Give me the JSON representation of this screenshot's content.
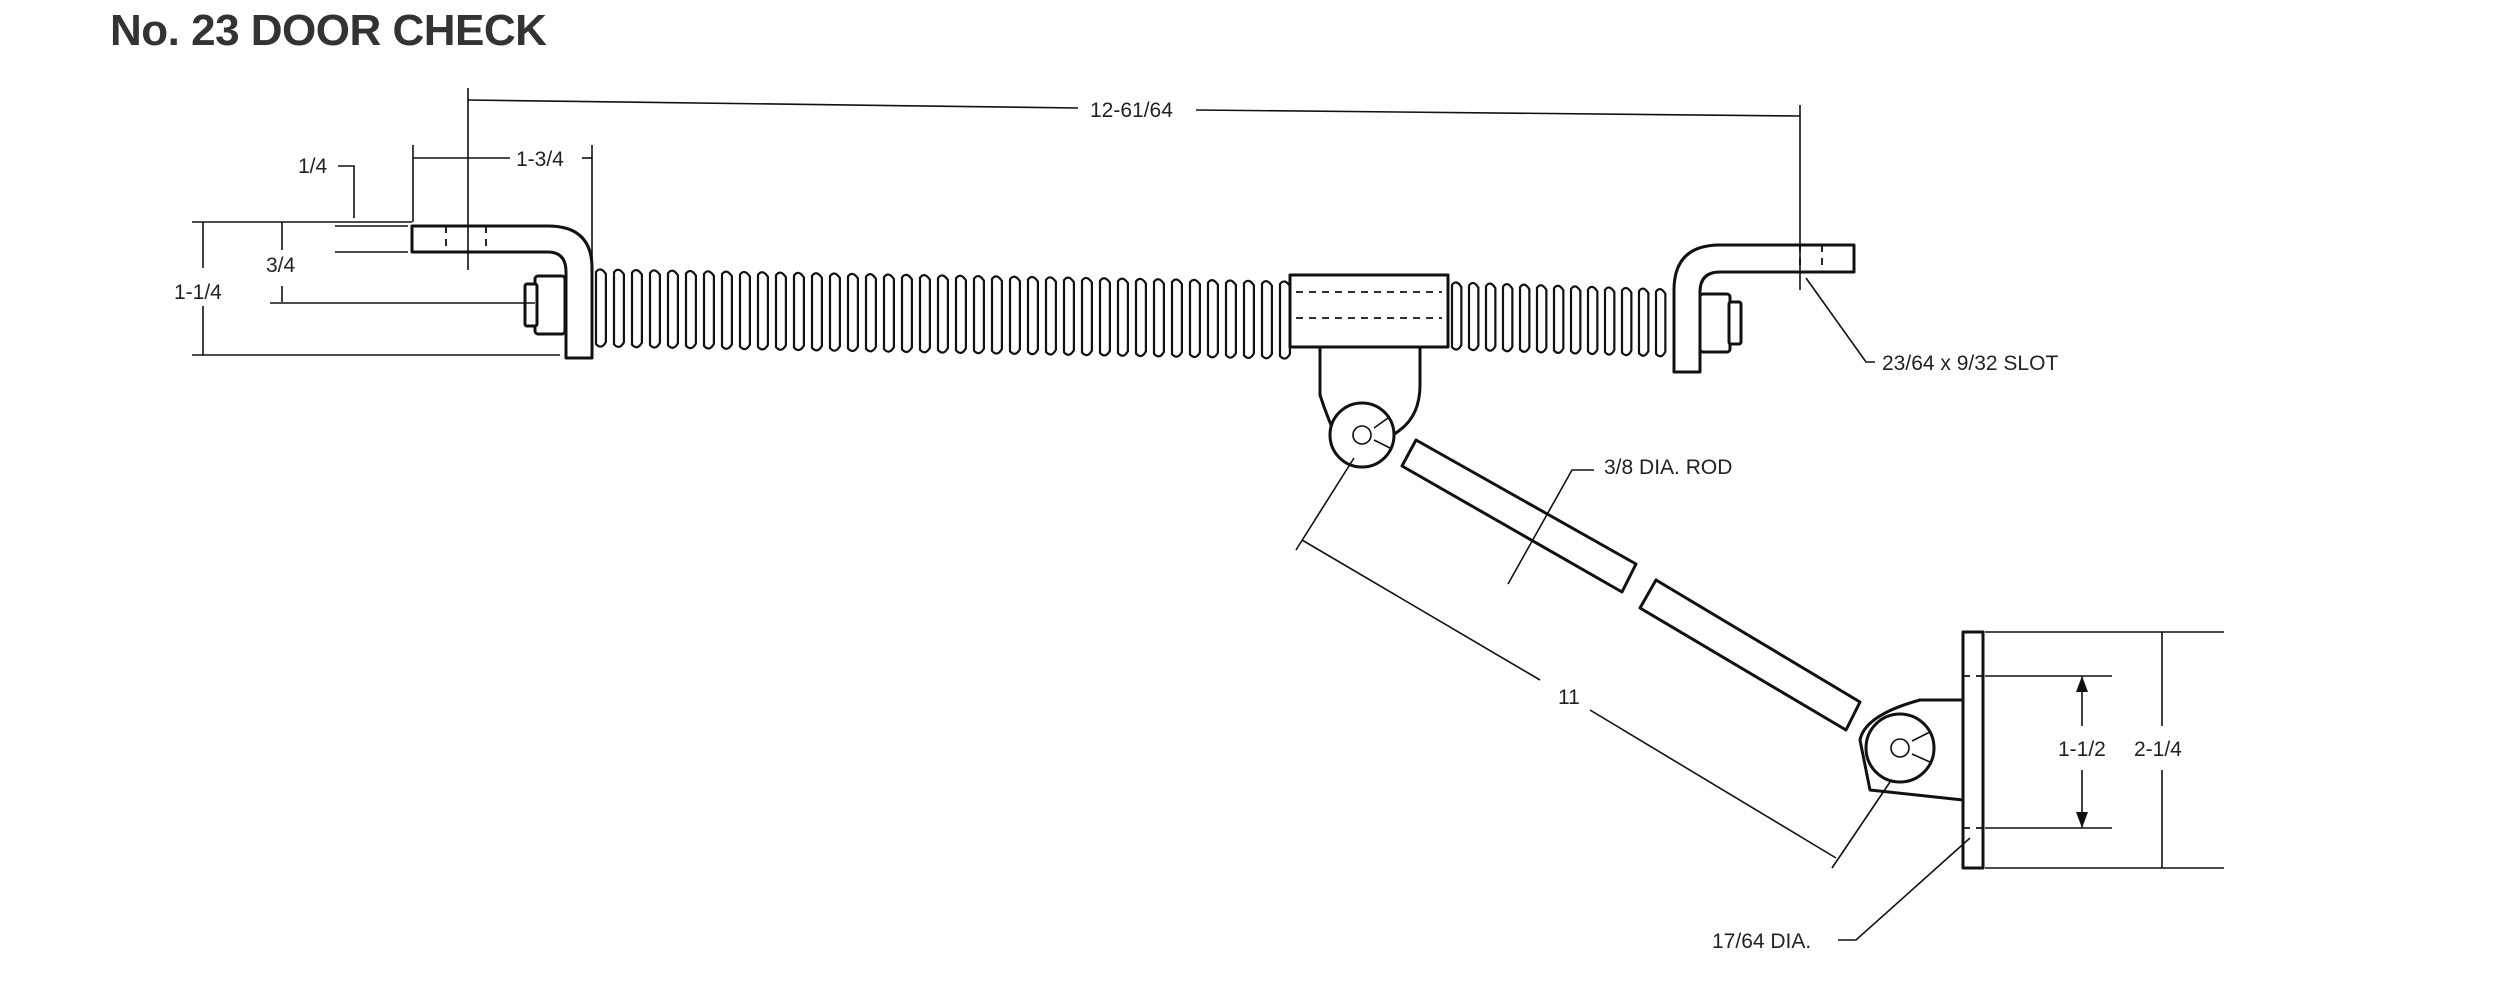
{
  "title": "No. 23 DOOR CHECK",
  "dimensions": {
    "overall_length": "12-61/64",
    "hook_offset": "1-3/4",
    "hook_thickness": "1/4",
    "hook_height_inner": "3/4",
    "hook_height_overall": "1-1/4",
    "slot_callout": "23/64 x 9/32 SLOT",
    "rod_callout": "3/8 DIA. ROD",
    "arm_length": "11",
    "bracket_hole_spacing": "1-1/2",
    "bracket_height": "2-1/4",
    "hole_callout": "17/64 DIA."
  },
  "colors": {
    "ink": "#111111",
    "title": "#333333",
    "paper": "#ffffff"
  }
}
